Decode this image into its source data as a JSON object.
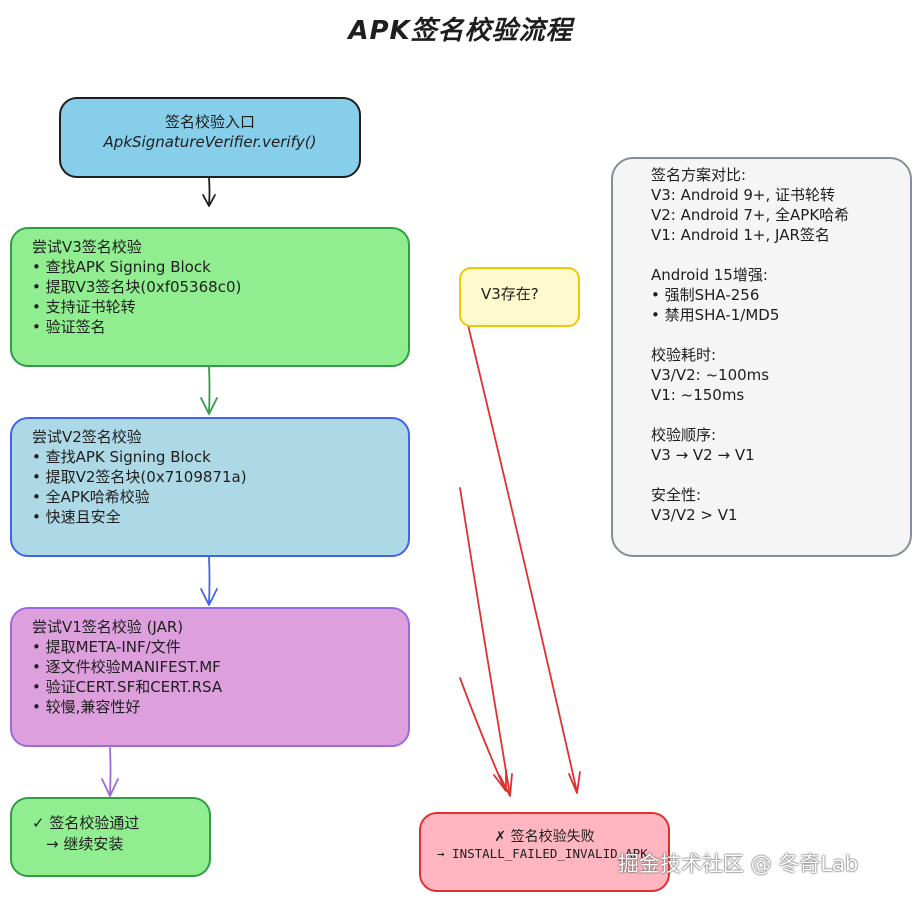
{
  "title": "APK签名校验流程",
  "nodes": {
    "entry": {
      "line1": "签名校验入口",
      "line2": "ApkSignatureVerifier.verify()"
    },
    "v3": {
      "heading": "尝试V3签名校验",
      "items": [
        "• 查找APK Signing Block",
        "• 提取V3签名块(0xf05368c0)",
        "• 支持证书轮转",
        "• 验证签名"
      ]
    },
    "v2": {
      "heading": "尝试V2签名校验",
      "items": [
        "• 查找APK Signing Block",
        "• 提取V2签名块(0x7109871a)",
        "• 全APK哈希校验",
        "• 快速且安全"
      ]
    },
    "v1": {
      "heading": "尝试V1签名校验 (JAR)",
      "items": [
        "• 提取META-INF/文件",
        "• 逐文件校验MANIFEST.MF",
        "• 验证CERT.SF和CERT.RSA",
        "• 较慢,兼容性好"
      ]
    },
    "pass": {
      "line1": "✓ 签名校验通过",
      "line2": "→ 继续安装"
    },
    "decision": {
      "label": "V3存在?"
    },
    "fail": {
      "line1": "✗ 签名校验失败",
      "line2": "→ INSTALL_FAILED_INVALID_APK"
    }
  },
  "notes": {
    "lines": [
      "签名方案对比:",
      "V3: Android 9+, 证书轮转",
      "V2: Android 7+, 全APK哈希",
      "V1: Android 1+, JAR签名",
      "",
      "Android 15增强:",
      "• 强制SHA-256",
      "• 禁用SHA-1/MD5",
      "",
      "校验耗时:",
      "V3/V2: ~100ms",
      "V1: ~150ms",
      "",
      "校验顺序:",
      "V3 → V2 → V1",
      "",
      "安全性:",
      "V3/V2 > V1"
    ]
  },
  "watermark": "掘金技术社区 @ 冬奇Lab",
  "colors": {
    "entry_fill": "#87ceeb",
    "entry_stroke": "#1e1e1e",
    "v3_fill": "#90ee90",
    "v3_stroke": "#2f9e44",
    "v2_fill": "#add8e6",
    "v2_stroke": "#4263eb",
    "v1_fill": "#dda0dd",
    "v1_stroke": "#9c6ade",
    "pass_fill": "#90ee90",
    "pass_stroke": "#2f9e44",
    "decision_fill": "#fffacd",
    "decision_stroke": "#f0c808",
    "fail_fill": "#ffb6c1",
    "fail_stroke": "#e03131",
    "notes_fill": "#f5f5f5",
    "notes_stroke": "#868e96"
  }
}
